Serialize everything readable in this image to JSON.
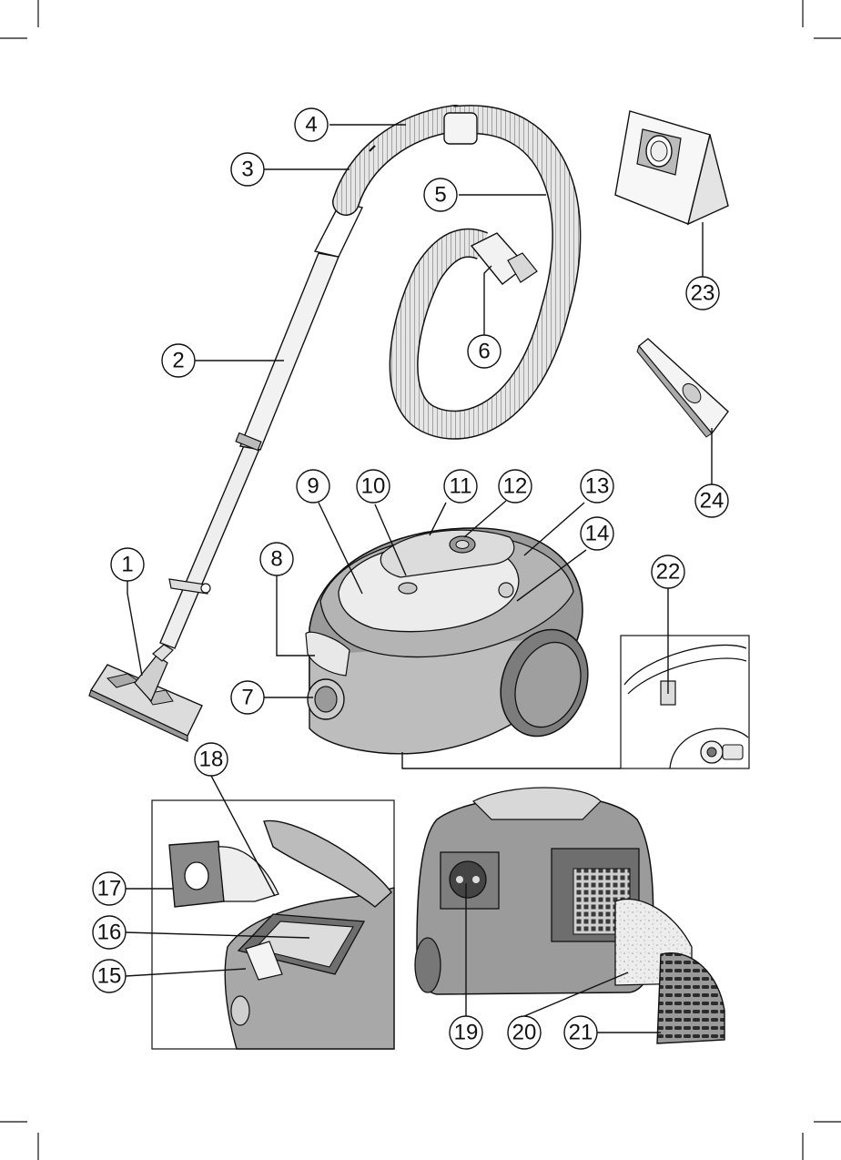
{
  "colors": {
    "ink": "#111111",
    "body_dark": "#8c8c8c",
    "body_mid": "#b0b0b0",
    "body_light": "#dcdcdc",
    "lid_light": "#e8e8e8",
    "paper": "#ffffff"
  },
  "callouts": [
    {
      "id": "1",
      "label": "1"
    },
    {
      "id": "2",
      "label": "2"
    },
    {
      "id": "3",
      "label": "3"
    },
    {
      "id": "4",
      "label": "4"
    },
    {
      "id": "5",
      "label": "5"
    },
    {
      "id": "6",
      "label": "6"
    },
    {
      "id": "7",
      "label": "7"
    },
    {
      "id": "8",
      "label": "8"
    },
    {
      "id": "9",
      "label": "9"
    },
    {
      "id": "10",
      "label": "10"
    },
    {
      "id": "11",
      "label": "11"
    },
    {
      "id": "12",
      "label": "12"
    },
    {
      "id": "13",
      "label": "13"
    },
    {
      "id": "14",
      "label": "14"
    },
    {
      "id": "15",
      "label": "15"
    },
    {
      "id": "16",
      "label": "16"
    },
    {
      "id": "17",
      "label": "17"
    },
    {
      "id": "18",
      "label": "18"
    },
    {
      "id": "19",
      "label": "19"
    },
    {
      "id": "20",
      "label": "20"
    },
    {
      "id": "21",
      "label": "21"
    },
    {
      "id": "22",
      "label": "22"
    },
    {
      "id": "23",
      "label": "23"
    },
    {
      "id": "24",
      "label": "24"
    }
  ]
}
